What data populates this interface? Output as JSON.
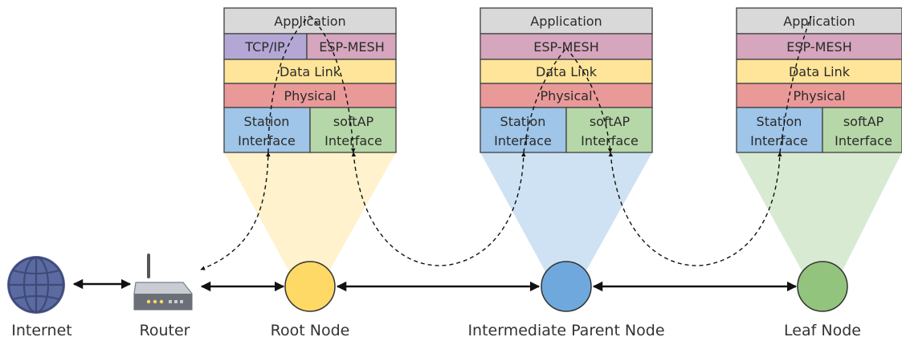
{
  "colors": {
    "application": "#d9d9d9",
    "tcpip": "#b4a7d6",
    "esp_mesh": "#d5a6bd",
    "data_link": "#ffe599",
    "physical": "#ea9999",
    "station_interface": "#9fc5e8",
    "softap_interface": "#b6d7a8",
    "root_cone": "#fff2cc",
    "intermediate_cone": "#cfe2f3",
    "leaf_cone": "#d9ead3",
    "root_node": "#ffd966",
    "intermediate_node": "#6fa8dc",
    "leaf_node": "#93c47d",
    "globe": "#5b6aa0"
  },
  "stacks": {
    "root": {
      "application": "Application",
      "tcpip": "TCP/IP",
      "esp_mesh": "ESP-MESH",
      "data_link": "Data Link",
      "physical": "Physical",
      "station": [
        "Station",
        "Interface"
      ],
      "softap": [
        "softAP",
        "Interface"
      ]
    },
    "intermediate": {
      "application": "Application",
      "esp_mesh": "ESP-MESH",
      "data_link": "Data Link",
      "physical": "Physical",
      "station": [
        "Station",
        "Interface"
      ],
      "softap": [
        "softAP",
        "Interface"
      ]
    },
    "leaf": {
      "application": "Application",
      "esp_mesh": "ESP-MESH",
      "data_link": "Data Link",
      "physical": "Physical",
      "station": [
        "Station",
        "Interface"
      ],
      "softap": [
        "softAP",
        "Interface"
      ]
    }
  },
  "labels": {
    "internet": "Internet",
    "router": "Router",
    "root_node": "Root Node",
    "intermediate_node": "Intermediate Parent Node",
    "leaf_node": "Leaf Node"
  },
  "icons": {
    "internet": "globe-icon",
    "router": "router-icon"
  }
}
